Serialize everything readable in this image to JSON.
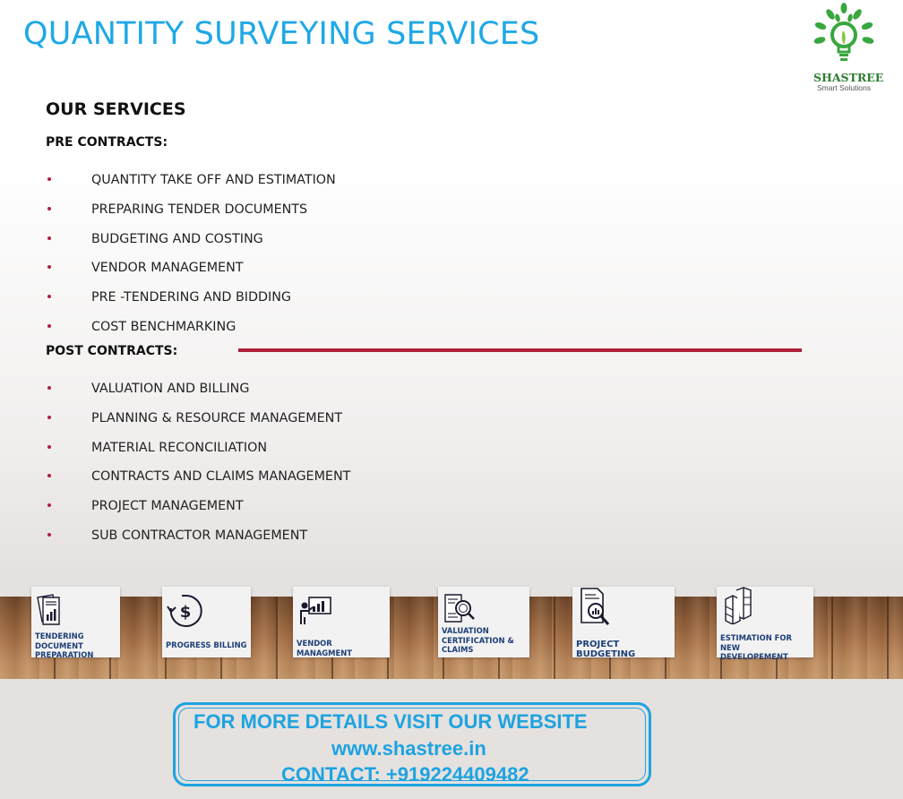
{
  "page": {
    "title": "QUANTITY SURVEYING SERVICES"
  },
  "logo": {
    "name": "SHASTREE",
    "tagline": "Smart Solutions",
    "icon": "bulb-with-leaves-icon",
    "color": "#3aa63f"
  },
  "services": {
    "heading": "OUR SERVICES",
    "pre_title": "PRE CONTRACTS:",
    "pre_items": [
      "QUANTITY TAKE OFF AND ESTIMATION",
      "PREPARING TENDER DOCUMENTS",
      "BUDGETING AND COSTING",
      "VENDOR MANAGEMENT",
      "PRE -TENDERING AND BIDDING",
      "COST BENCHMARKING"
    ],
    "post_title": "POST CONTRACTS:",
    "post_items": [
      "VALUATION AND BILLING",
      "PLANNING & RESOURCE MANAGEMENT",
      "MATERIAL RECONCILIATION",
      "CONTRACTS AND CLAIMS MANAGEMENT",
      "PROJECT MANAGEMENT",
      "SUB CONTRACTOR MANAGEMENT"
    ]
  },
  "cards": [
    {
      "label": "TENDERING DOCUMENT\nPREPARATION",
      "icon": "documents-chart-icon"
    },
    {
      "label": "PROGRESS BILLING",
      "icon": "dollar-cycle-icon"
    },
    {
      "label": "VENDOR MANAGMENT",
      "icon": "presenter-chart-icon"
    },
    {
      "label": "VALUATION\nCERTIFICATION &\nCLAIMS",
      "icon": "magnifier-document-icon"
    },
    {
      "label": "PROJECT BUDGETING",
      "icon": "document-magnifier-icon"
    },
    {
      "label": "ESTIMATION FOR NEW\nDEVELOPEMENT",
      "icon": "building-blocks-icon"
    }
  ],
  "cta": {
    "line1": "FOR MORE DETAILS VISIT OUR WEBSITE",
    "line2": "www.shastree.in",
    "line3": "CONTACT: +919224409482"
  },
  "colors": {
    "title": "#1fa8e6",
    "accent": "#b0203a",
    "card_text": "#1d3f77",
    "cta": "#1ea3e0"
  }
}
